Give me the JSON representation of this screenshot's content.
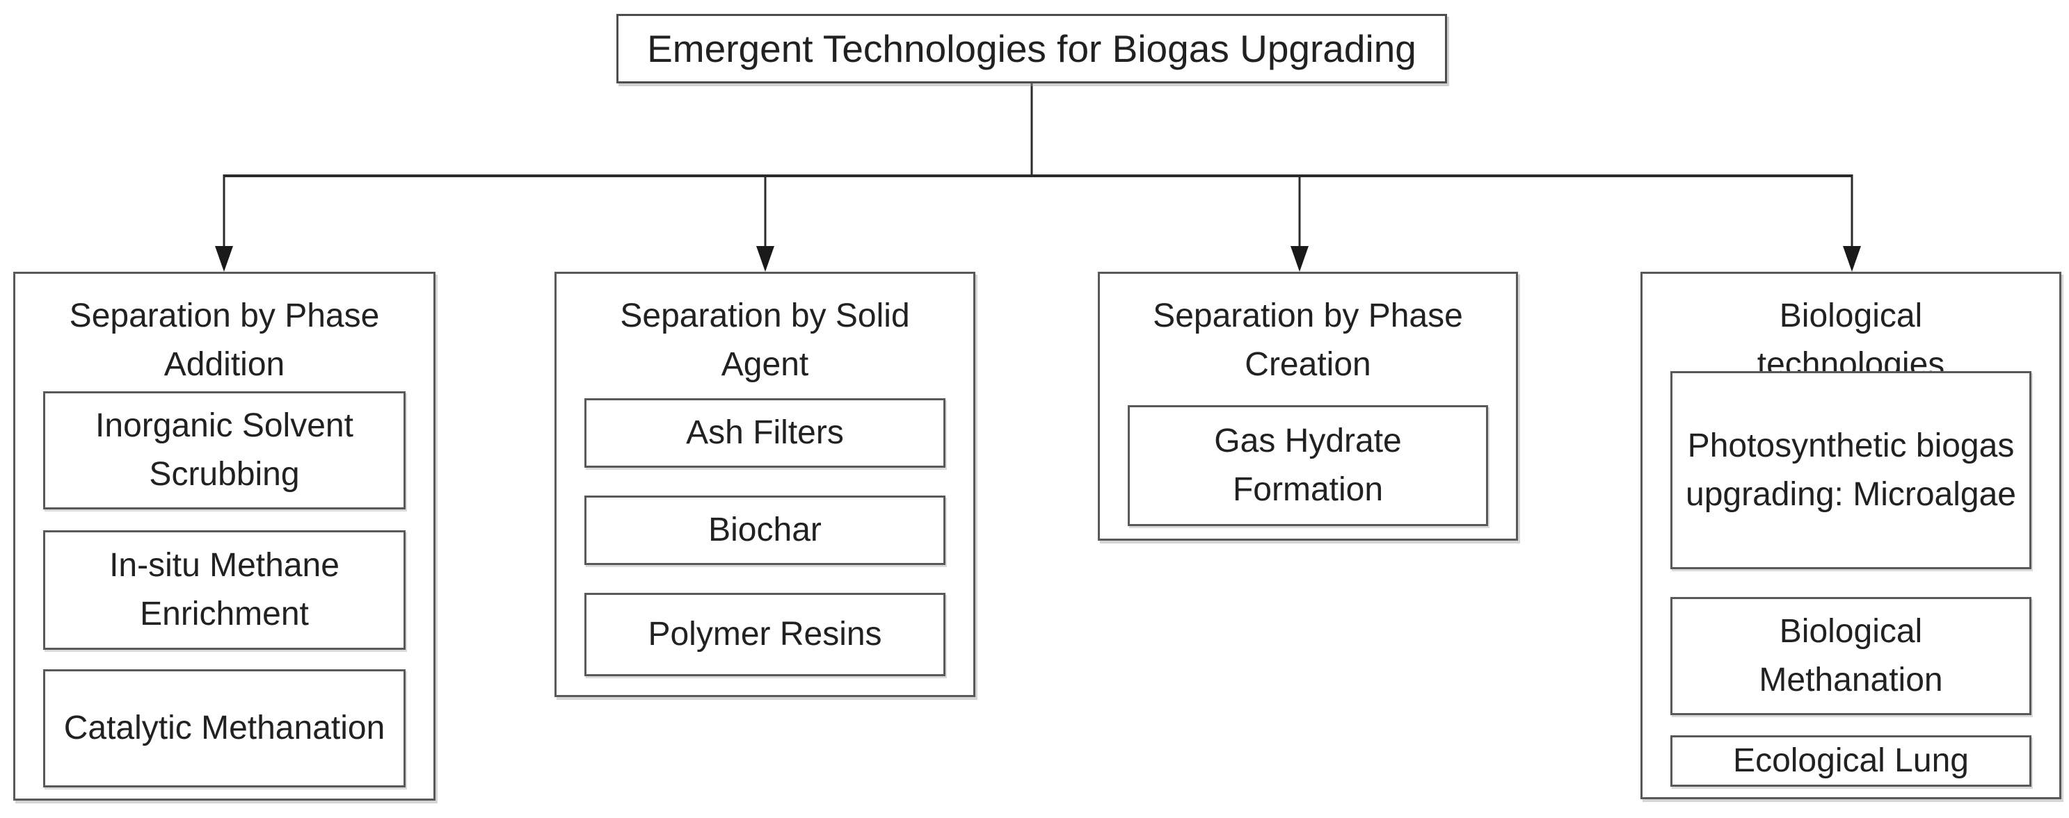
{
  "diagram": {
    "root": "Emergent Technologies for Biogas Upgrading",
    "branches": [
      {
        "title": "Separation by Phase Addition",
        "items": [
          "Inorganic Solvent Scrubbing",
          "In-situ Methane Enrichment",
          "Catalytic Methanation"
        ]
      },
      {
        "title": "Separation by Solid Agent",
        "items": [
          "Ash Filters",
          "Biochar",
          "Polymer Resins"
        ]
      },
      {
        "title": "Separation by Phase Creation",
        "items": [
          "Gas Hydrate Formation"
        ]
      },
      {
        "title": "Biological technologies",
        "items": [
          "Photosynthetic biogas upgrading: Microalgae",
          "Biological Methanation",
          "Ecological Lung"
        ]
      }
    ],
    "colors": {
      "box_border": "#595959",
      "connector": "#2b2b2b",
      "text": "#212121",
      "background": "#ffffff"
    }
  }
}
